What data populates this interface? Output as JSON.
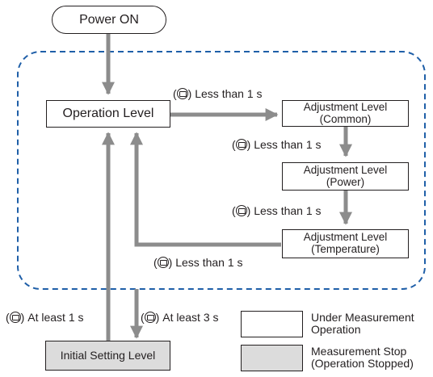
{
  "nodes": {
    "power_on": "Power ON",
    "operation_level": "Operation Level",
    "adj_common_line1": "Adjustment Level",
    "adj_common_line2": "(Common)",
    "adj_power_line1": "Adjustment Level",
    "adj_power_line2": "(Power)",
    "adj_temp_line1": "Adjustment Level",
    "adj_temp_line2": "(Temperature)",
    "initial_setting": "Initial Setting Level"
  },
  "edges": {
    "open_paren": "(",
    "close_paren": ")",
    "op_to_common": "Less than 1 s",
    "common_to_power": "Less than 1 s",
    "power_to_temp": "Less than 1 s",
    "temp_to_op": "Less than 1 s",
    "op_to_initial": "At least 3 s",
    "initial_to_op": "At least 1 s"
  },
  "legend": {
    "white_line1": "Under Measurement",
    "white_line2": "Operation",
    "gray_line1": "Measurement Stop",
    "gray_line2": "(Operation Stopped)"
  },
  "icons": {
    "key": "mode-key-icon"
  },
  "colors": {
    "dashed_region": "#1f5fa8",
    "arrow": "#8c8c8c",
    "stopped_fill": "#dcdcdc"
  }
}
